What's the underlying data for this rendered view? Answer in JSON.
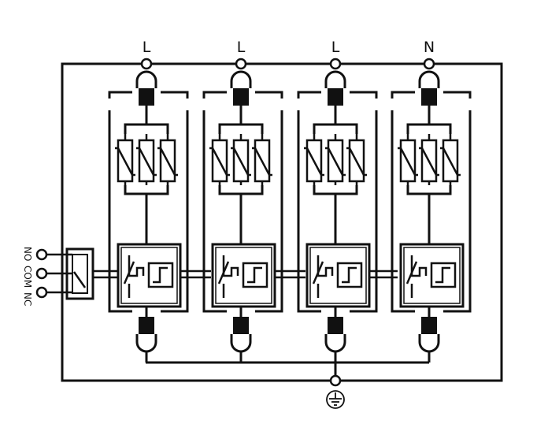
{
  "diagram": {
    "terminals": [
      "L",
      "L",
      "L",
      "N"
    ],
    "contacts": {
      "no": "NO",
      "com": "COM",
      "nc": "NC"
    },
    "ground": {
      "symbol": "protective-earth-icon"
    },
    "components": {
      "poles": 4,
      "varistors_per_pole": 3,
      "thermal_disconnect_per_pole": 1,
      "colors": {
        "line": "#111111",
        "background": "#ffffff"
      }
    }
  }
}
